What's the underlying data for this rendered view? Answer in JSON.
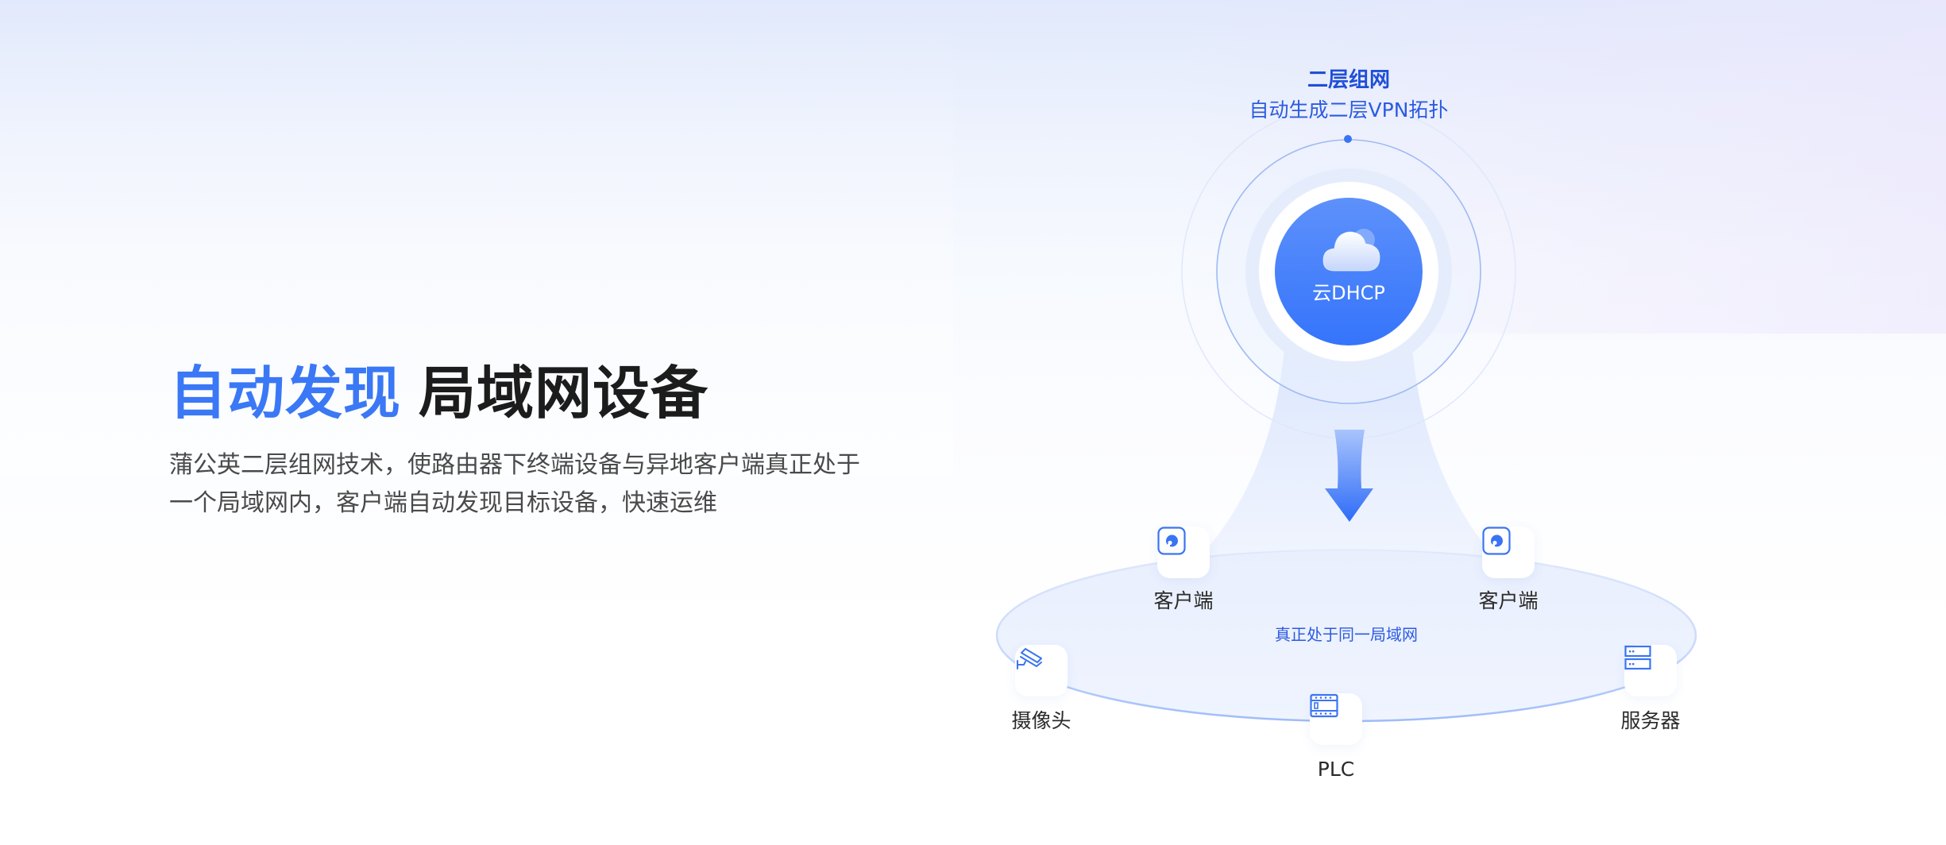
{
  "hero": {
    "title_accent": "自动发现",
    "title_rest": "局域网设备",
    "description": "蒲公英二层组网技术，使路由器下终端设备与异地客户端真正处于一个局域网内，客户端自动发现目标设备，快速运维"
  },
  "diagram": {
    "top_caption": {
      "title": "二层组网",
      "subtitle": "自动生成二层VPN拓扑"
    },
    "core": {
      "icon": "cloud-icon",
      "label": "云DHCP"
    },
    "arrow": "arrow-down-icon",
    "lan_label": "真正处于同一局域网",
    "nodes": [
      {
        "label": "客户端",
        "icon": "client-app-icon"
      },
      {
        "label": "客户端",
        "icon": "client-app-icon"
      },
      {
        "label": "摄像头",
        "icon": "camera-icon"
      },
      {
        "label": "PLC",
        "icon": "plc-icon"
      },
      {
        "label": "服务器",
        "icon": "server-icon"
      }
    ]
  },
  "colors": {
    "accent": "#3a78f5",
    "core_blue_top": "#5b8ffb",
    "core_blue_bottom": "#3573fb",
    "caption_blue": "#1f4fd8",
    "title_dark": "#1c1c1c",
    "body_text": "#4a4a4a"
  }
}
